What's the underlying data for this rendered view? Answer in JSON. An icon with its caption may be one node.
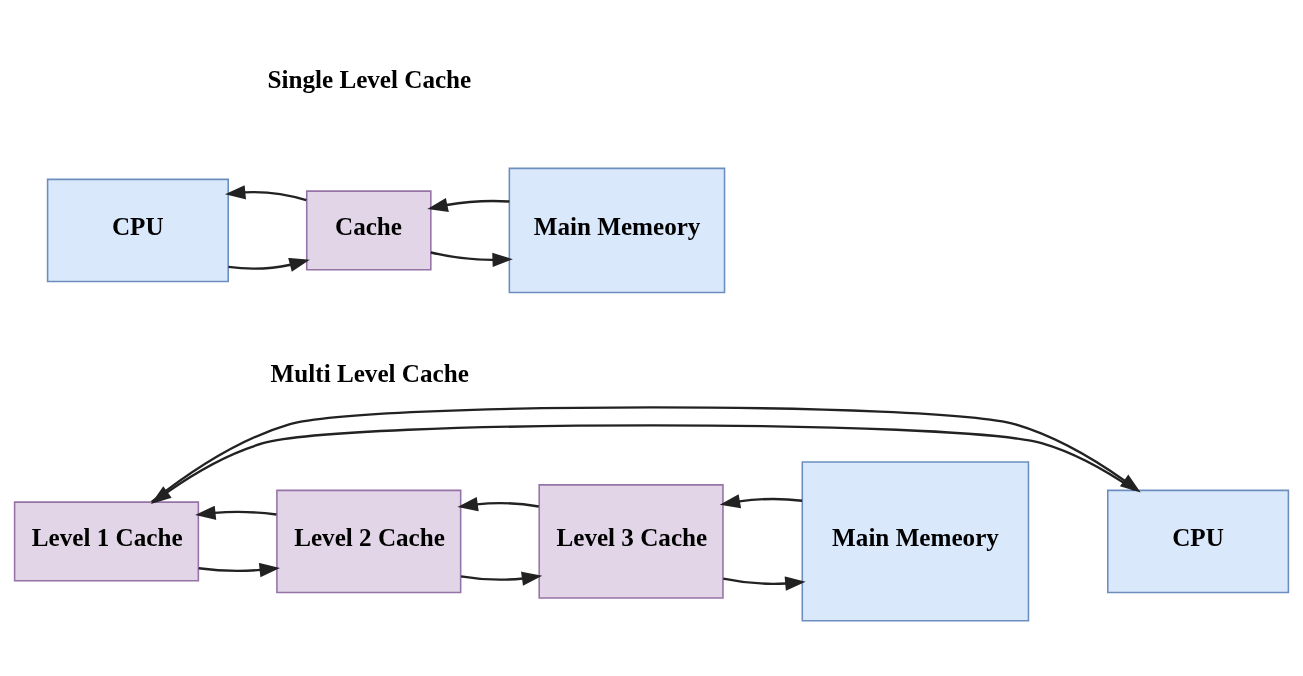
{
  "diagram": {
    "nodes": [
      {
        "text": [
          "CPU"
        ]
      },
      {
        "text": [
          "Cache"
        ]
      },
      {
        "text": [
          "Main Memeory"
        ]
      },
      {
        "text": [
          "CPU"
        ]
      },
      {
        "text": [
          "Level 1 Cache"
        ]
      },
      {
        "text": [
          "Level 2 Cache"
        ]
      },
      {
        "text": [
          "Level 3 Cache"
        ]
      },
      {
        "text": [
          "Main Memeory"
        ]
      }
    ],
    "edges": [
      {
        "from": 0,
        "to": 1,
        "arrow": "to"
      },
      {
        "from": 1,
        "to": 0,
        "arrow": "to"
      },
      {
        "from": 1,
        "to": 2,
        "arrow": "to"
      },
      {
        "from": 2,
        "to": 1,
        "arrow": "to"
      },
      {
        "from": 3,
        "to": 4,
        "arrow": "to"
      },
      {
        "from": 4,
        "to": 3,
        "arrow": "to"
      },
      {
        "from": 4,
        "to": 5,
        "arrow": "to"
      },
      {
        "from": 5,
        "to": 4,
        "arrow": "to"
      },
      {
        "from": 5,
        "to": 6,
        "arrow": "to"
      },
      {
        "from": 6,
        "to": 5,
        "arrow": "to"
      },
      {
        "from": 6,
        "to": 7,
        "arrow": "to"
      },
      {
        "from": 7,
        "to": 6,
        "arrow": "to"
      }
    ],
    "labels": [
      "Single Level Cache",
      "Multi Level Cache"
    ]
  }
}
